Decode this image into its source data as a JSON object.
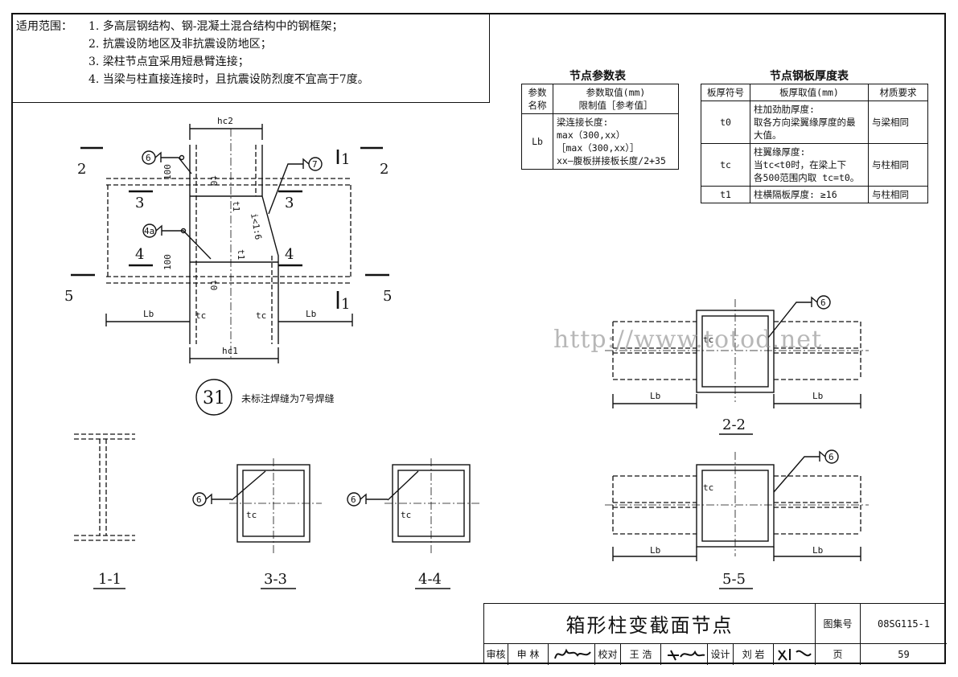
{
  "scope": {
    "heading": "适用范围：",
    "lines": [
      "1. 多高层钢结构、钢-混凝土混合结构中的钢框架；",
      "2. 抗震设防地区及非抗震设防地区；",
      "3. 梁柱节点宜采用短悬臂连接；",
      "4. 当梁与柱直接连接时，且抗震设防烈度不宜高于7度。"
    ]
  },
  "param_table": {
    "title": "节点参数表",
    "h1": "参数名称",
    "h2a": "参数取值(mm)",
    "h2b": "限制值［参考值］",
    "name": "Lb",
    "v1": "梁连接长度:",
    "v2": "max（300,xx）",
    "v3": "［max（300,xx）］",
    "v4": "xx—腹板拼接板长度/2+35"
  },
  "plate_table": {
    "title": "节点钢板厚度表",
    "h1": "板厚符号",
    "h2": "板厚取值(mm)",
    "h3": "材质要求",
    "rows": [
      {
        "sym": "t0",
        "d1": "柱加劲肋厚度:",
        "d2": "取各方向梁翼缘厚度的最",
        "d3": "大值。",
        "mat": "与梁相同"
      },
      {
        "sym": "tc",
        "d1": "柱翼缘厚度:",
        "d2": "当tc<t0时，在梁上下",
        "d3": "各500范围内取 tc=t0。",
        "mat": "与柱相同"
      },
      {
        "sym": "t1",
        "d1": "柱横隔板厚度: ≥16",
        "d2": "",
        "d3": "",
        "mat": "与柱相同"
      }
    ]
  },
  "elevation": {
    "hc2": "hc2",
    "hc1": "hc1",
    "lb": "Lb",
    "tc": "tc",
    "t0": "t0",
    "t1": "t1",
    "dim100": "100",
    "slope": "i<1:6",
    "w6": "6",
    "w4a": "4a",
    "w7": "7",
    "s2": "2",
    "s3": "3",
    "s4": "4",
    "s5": "5",
    "s1": "1"
  },
  "node_no": "31",
  "note": "未标注焊缝为7号焊缝",
  "watermark": "http://www.totod.net",
  "sections": {
    "s11": "1-1",
    "s33": "3-3",
    "s44": "4-4",
    "s22": "2-2",
    "s55": "5-5",
    "w6": "6",
    "tc": "tc",
    "lb": "Lb"
  },
  "titleblock": {
    "title": "箱形柱变截面节点",
    "atlas_label": "图集号",
    "atlas_no": "08SG115-1",
    "review": "审核",
    "reviewer": "申 林",
    "check": "校对",
    "checker": "王 浩",
    "design": "设计",
    "designer": "刘 岩",
    "page_label": "页",
    "page_no": "59"
  }
}
